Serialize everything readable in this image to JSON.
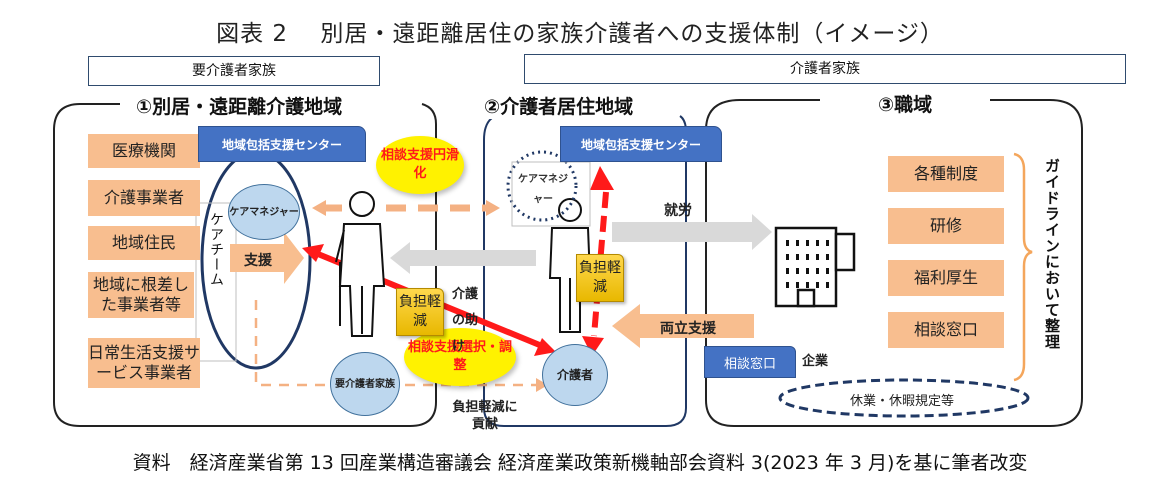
{
  "title": "図表 2　 別居・遠距離居住の家族介護者への支援体制（イメージ）",
  "headers": {
    "left": "要介護者家族",
    "right": "介護者家族"
  },
  "regions": [
    {
      "label": "①別居・遠距離介護地域"
    },
    {
      "label": "②介護者居住地域"
    },
    {
      "label": "③職域"
    }
  ],
  "region1": {
    "orange_boxes": [
      "医療機関",
      "介護事業者",
      "地域住民",
      "地域に根差した事業者等",
      "日常生活支援サービス事業者"
    ],
    "center": "地域包括支援センター",
    "care_manager": "ケアマネジャー",
    "care_team": "ケアチーム",
    "support": "支援",
    "care_recipient_family": "要介護者家族"
  },
  "middle": {
    "consult_top": "相談支援円滑化",
    "consult_bottom": "相談支援選択・調整",
    "burden_left": "負担軽減",
    "burden_right": "負担軽減",
    "care_help": "介護の助け",
    "burden_contribution": "負担軽減に貢献"
  },
  "region2": {
    "center": "地域包括支援センター",
    "care_manager": "ケアマネジャー",
    "caregiver": "介護者",
    "employment": "就労",
    "balance_support": "両立支援"
  },
  "region3": {
    "orange_boxes": [
      "各種制度",
      "研修",
      "福利厚生",
      "相談窓口"
    ],
    "guideline": "ガイドラインにおいて整理",
    "consult_window": "相談窓口",
    "company": "企業",
    "leave_rules": "休業・休暇規定等"
  },
  "caption": "資料　経済産業省第 13 回産業構造審議会 経済産業政策新機軸部会資料 3(2023 年 3 月)を基に筆者改変",
  "colors": {
    "orange": "#f8be8f",
    "blue": "#4472c4",
    "light_blue": "#bdd7ee",
    "yellow": "#fff200",
    "red": "#ff1a1a",
    "navy": "#203864",
    "gray_arrow": "#d9d9d9"
  }
}
